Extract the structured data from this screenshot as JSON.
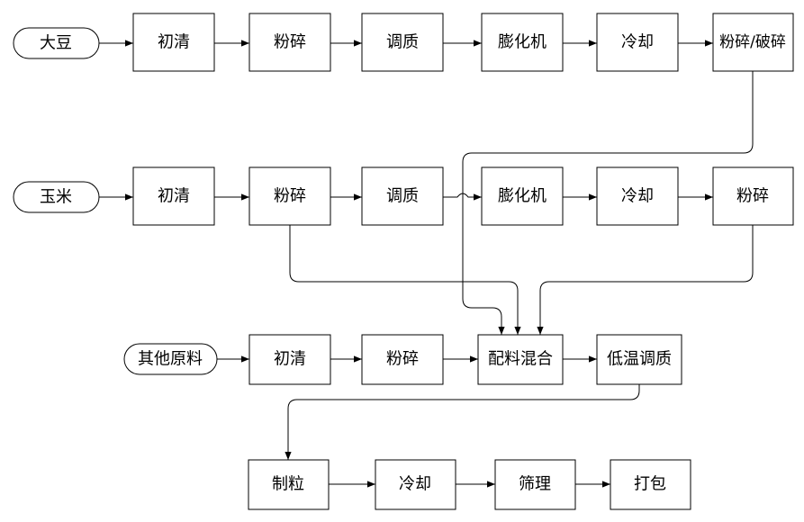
{
  "diagram": {
    "sources": {
      "soybean": "大豆",
      "corn": "玉米",
      "other": "其他原料"
    },
    "soybean_line": {
      "cleaning": "初清",
      "grinding": "粉碎",
      "conditioning": "调质",
      "extruder": "膨化机",
      "cooling": "冷却",
      "crushing": "粉碎/破碎"
    },
    "corn_line": {
      "cleaning": "初清",
      "grinding": "粉碎",
      "conditioning": "调质",
      "extruder": "膨化机",
      "cooling": "冷却",
      "grinding2": "粉碎"
    },
    "other_line": {
      "cleaning": "初清",
      "grinding": "粉碎",
      "mixing": "配料混合",
      "low_temp_conditioning": "低温调质"
    },
    "final_line": {
      "pelleting": "制粒",
      "cooling": "冷却",
      "screening": "筛理",
      "packing": "打包"
    }
  }
}
